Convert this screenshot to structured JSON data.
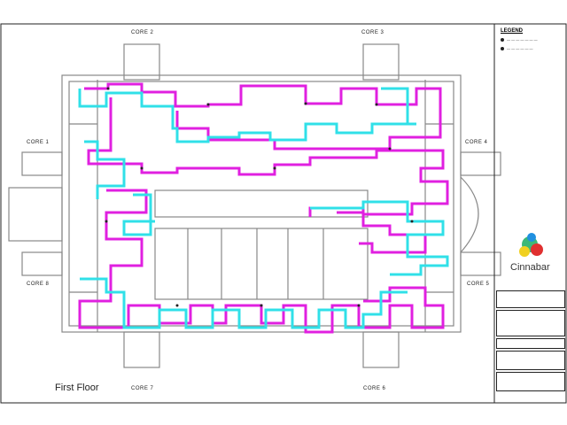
{
  "drawing": {
    "title": "First Floor",
    "cores": [
      "CORE 1",
      "CORE 2",
      "CORE 3",
      "CORE 4",
      "CORE 5",
      "CORE 6",
      "CORE 7",
      "CORE 8"
    ]
  },
  "legend": {
    "title": "LEGEND",
    "items": [
      {
        "label": "— — — — — — —",
        "icon": "access-point-icon"
      },
      {
        "label": "— — — — — —",
        "icon": "device-icon"
      }
    ]
  },
  "title_block": {
    "brand": "Cinnabar"
  },
  "colors": {
    "route_a": "#e020e0",
    "route_b": "#30e0e8",
    "walls": "#888888"
  }
}
